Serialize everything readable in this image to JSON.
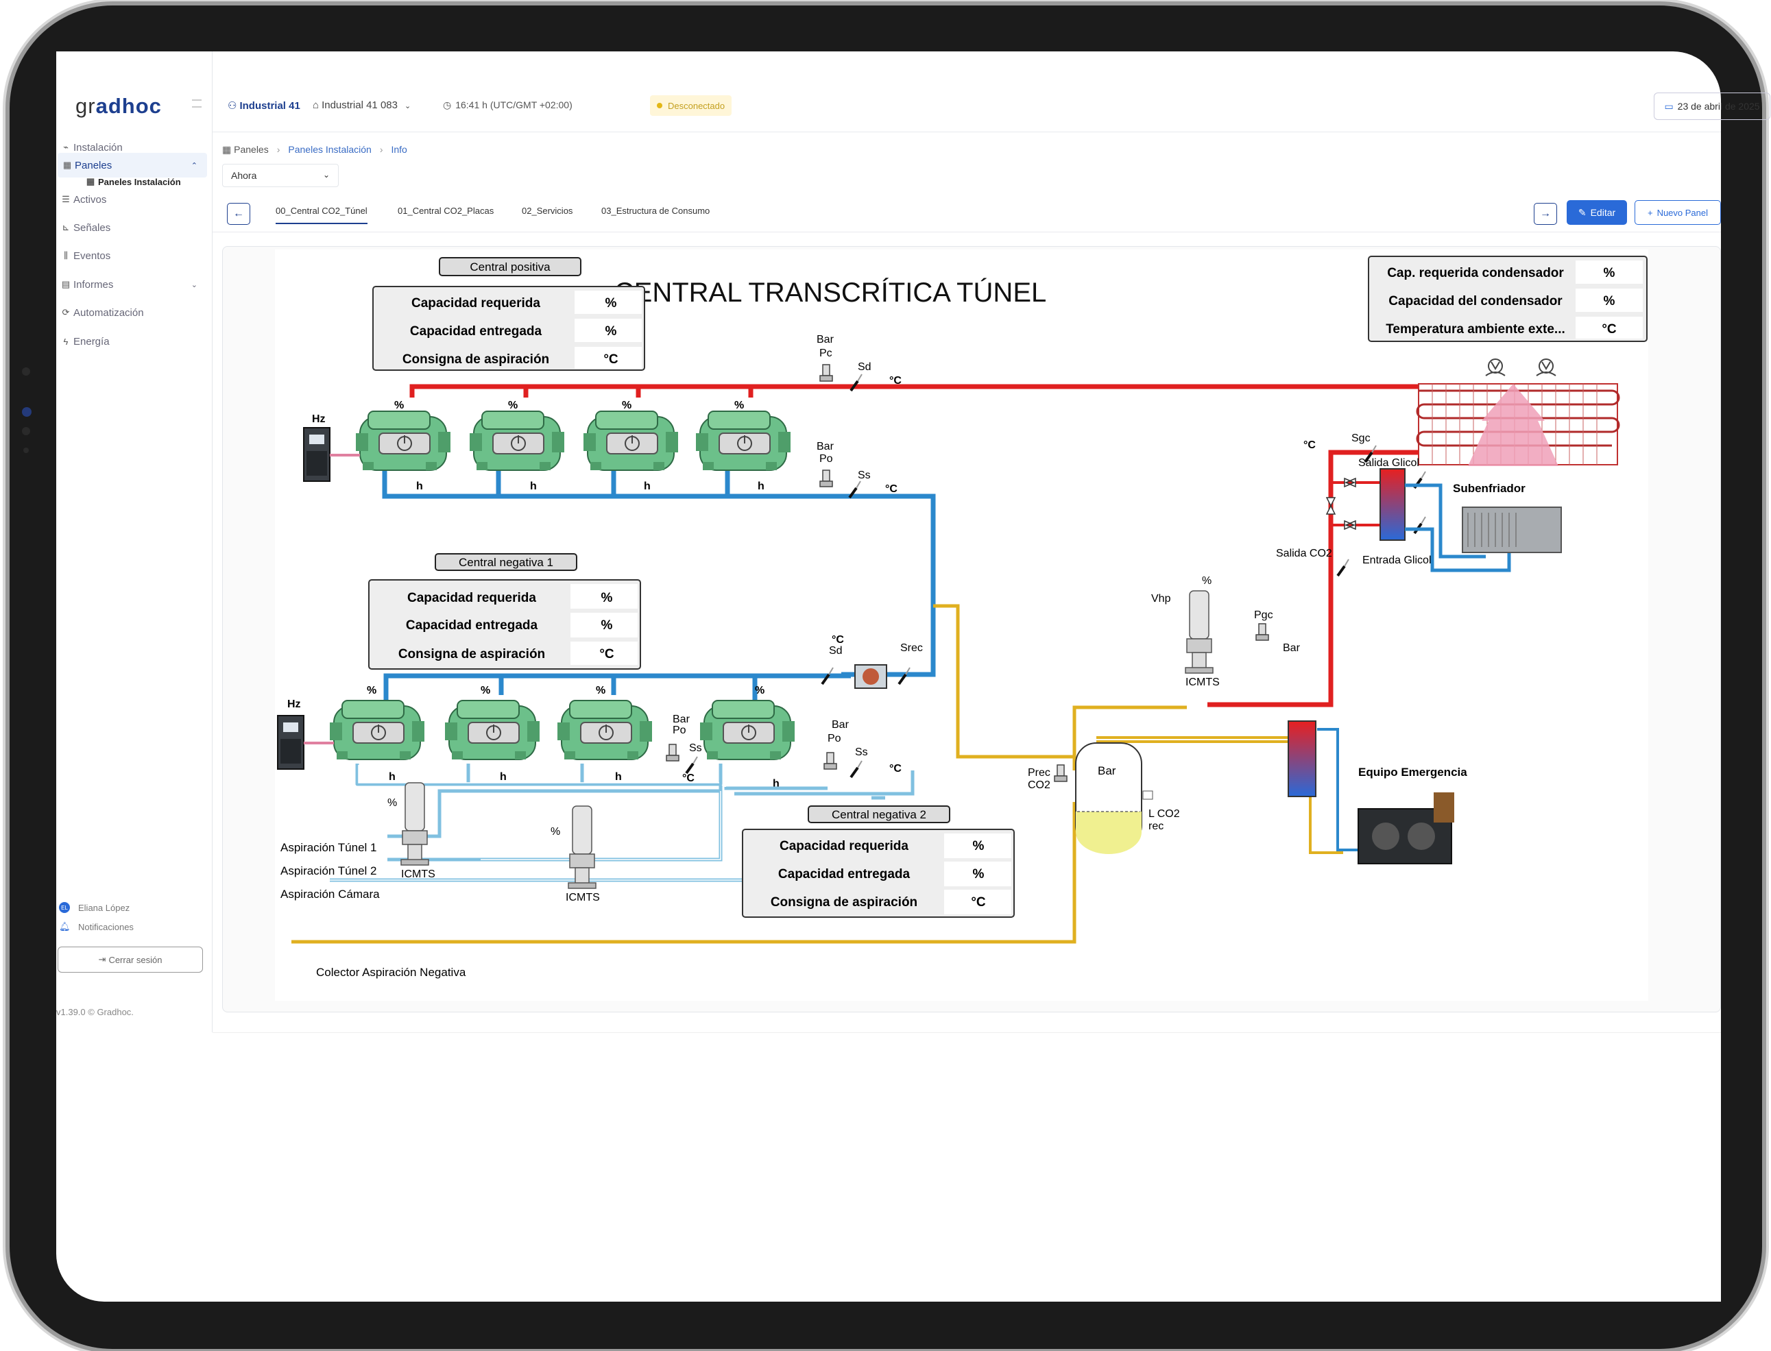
{
  "app": {
    "logo_prefix": "gr",
    "logo_main": "adhoc"
  },
  "header": {
    "user": "Industrial 41",
    "site": "Industrial 41 083",
    "time": "16:41 h (UTC/GMT +02:00)",
    "status": "Desconectado",
    "date": "23 de abril de 2025"
  },
  "sidebar": {
    "items": [
      {
        "label": "Instalación",
        "icon": "activity-icon"
      },
      {
        "label": "Paneles",
        "icon": "panels-icon"
      },
      {
        "label": "Paneles Instalación",
        "icon": "panel-icon"
      },
      {
        "label": "Activos",
        "icon": "list-icon"
      },
      {
        "label": "Señales",
        "icon": "signal-icon"
      },
      {
        "label": "Eventos",
        "icon": "events-icon"
      },
      {
        "label": "Informes",
        "icon": "document-icon"
      },
      {
        "label": "Automatización",
        "icon": "automation-icon"
      },
      {
        "label": "Energía",
        "icon": "bolt-icon"
      }
    ],
    "user_initials": "EL",
    "user_name": "Eliana López",
    "notifications": "Notificaciones",
    "logout": "Cerrar sesión",
    "version": "v1.39.0 © Gradhoc."
  },
  "breadcrumb": {
    "root": "Paneles",
    "level1": "Paneles Instalación",
    "level2": "Info"
  },
  "period_select": "Ahora",
  "tabs": [
    "00_Central CO2_Túnel",
    "01_Central CO2_Placas",
    "02_Servicios",
    "03_Estructura de Consumo"
  ],
  "actions": {
    "edit": "Editar",
    "new_panel": "Nuevo Panel"
  },
  "scada": {
    "title": "CENTRAL TRANSCRÍTICA TÚNEL",
    "central_positiva": "Central positiva",
    "central_negativa_1": "Central negativa 1",
    "central_negativa_2": "Central negativa 2",
    "capacidad_requerida": "Capacidad requerida",
    "capacidad_entregada": "Capacidad entregada",
    "consigna_aspiracion": "Consigna de aspiración",
    "cap_req_condensador": "Cap. requerida condensador",
    "capacidad_condensador": "Capacidad del condensador",
    "temp_ambiente": "Temperatura ambiente exte...",
    "unit_pct": "%",
    "unit_c": "°C",
    "unit_bar": "Bar",
    "unit_hz": "Hz",
    "unit_h": "h",
    "pc": "Pc",
    "po": "Po",
    "sd": "Sd",
    "ss": "Ss",
    "sgc": "Sgc",
    "srec": "Srec",
    "pgc": "Pgc",
    "vhp": "Vhp",
    "salida_glicol": "Salida Glicol",
    "entrada_glicol": "Entrada Glicol",
    "salida_co2": "Salida CO2",
    "subenfriador": "Subenfriador",
    "icmts": "ICMTS",
    "prec": "Prec",
    "co2": "CO2",
    "lco2": "L CO2",
    "rec": "rec",
    "equipo_emergencia": "Equipo Emergencia",
    "asp_tunel_1": "Aspiración Túnel 1",
    "asp_tunel_2": "Aspiración Túnel 2",
    "asp_camara": "Aspiración Cámara",
    "colector": "Colector Aspiración Negativa"
  }
}
